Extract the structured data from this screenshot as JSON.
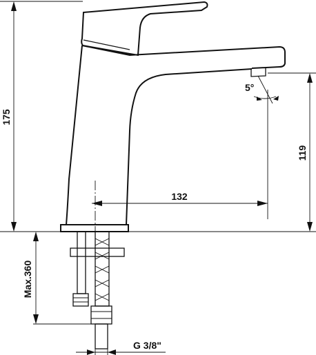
{
  "dimensions": {
    "height_total": "175",
    "spout_height": "119",
    "reach": "132",
    "hose_length": "Max.360",
    "angle": "5°",
    "thread": "G 3/8\""
  }
}
